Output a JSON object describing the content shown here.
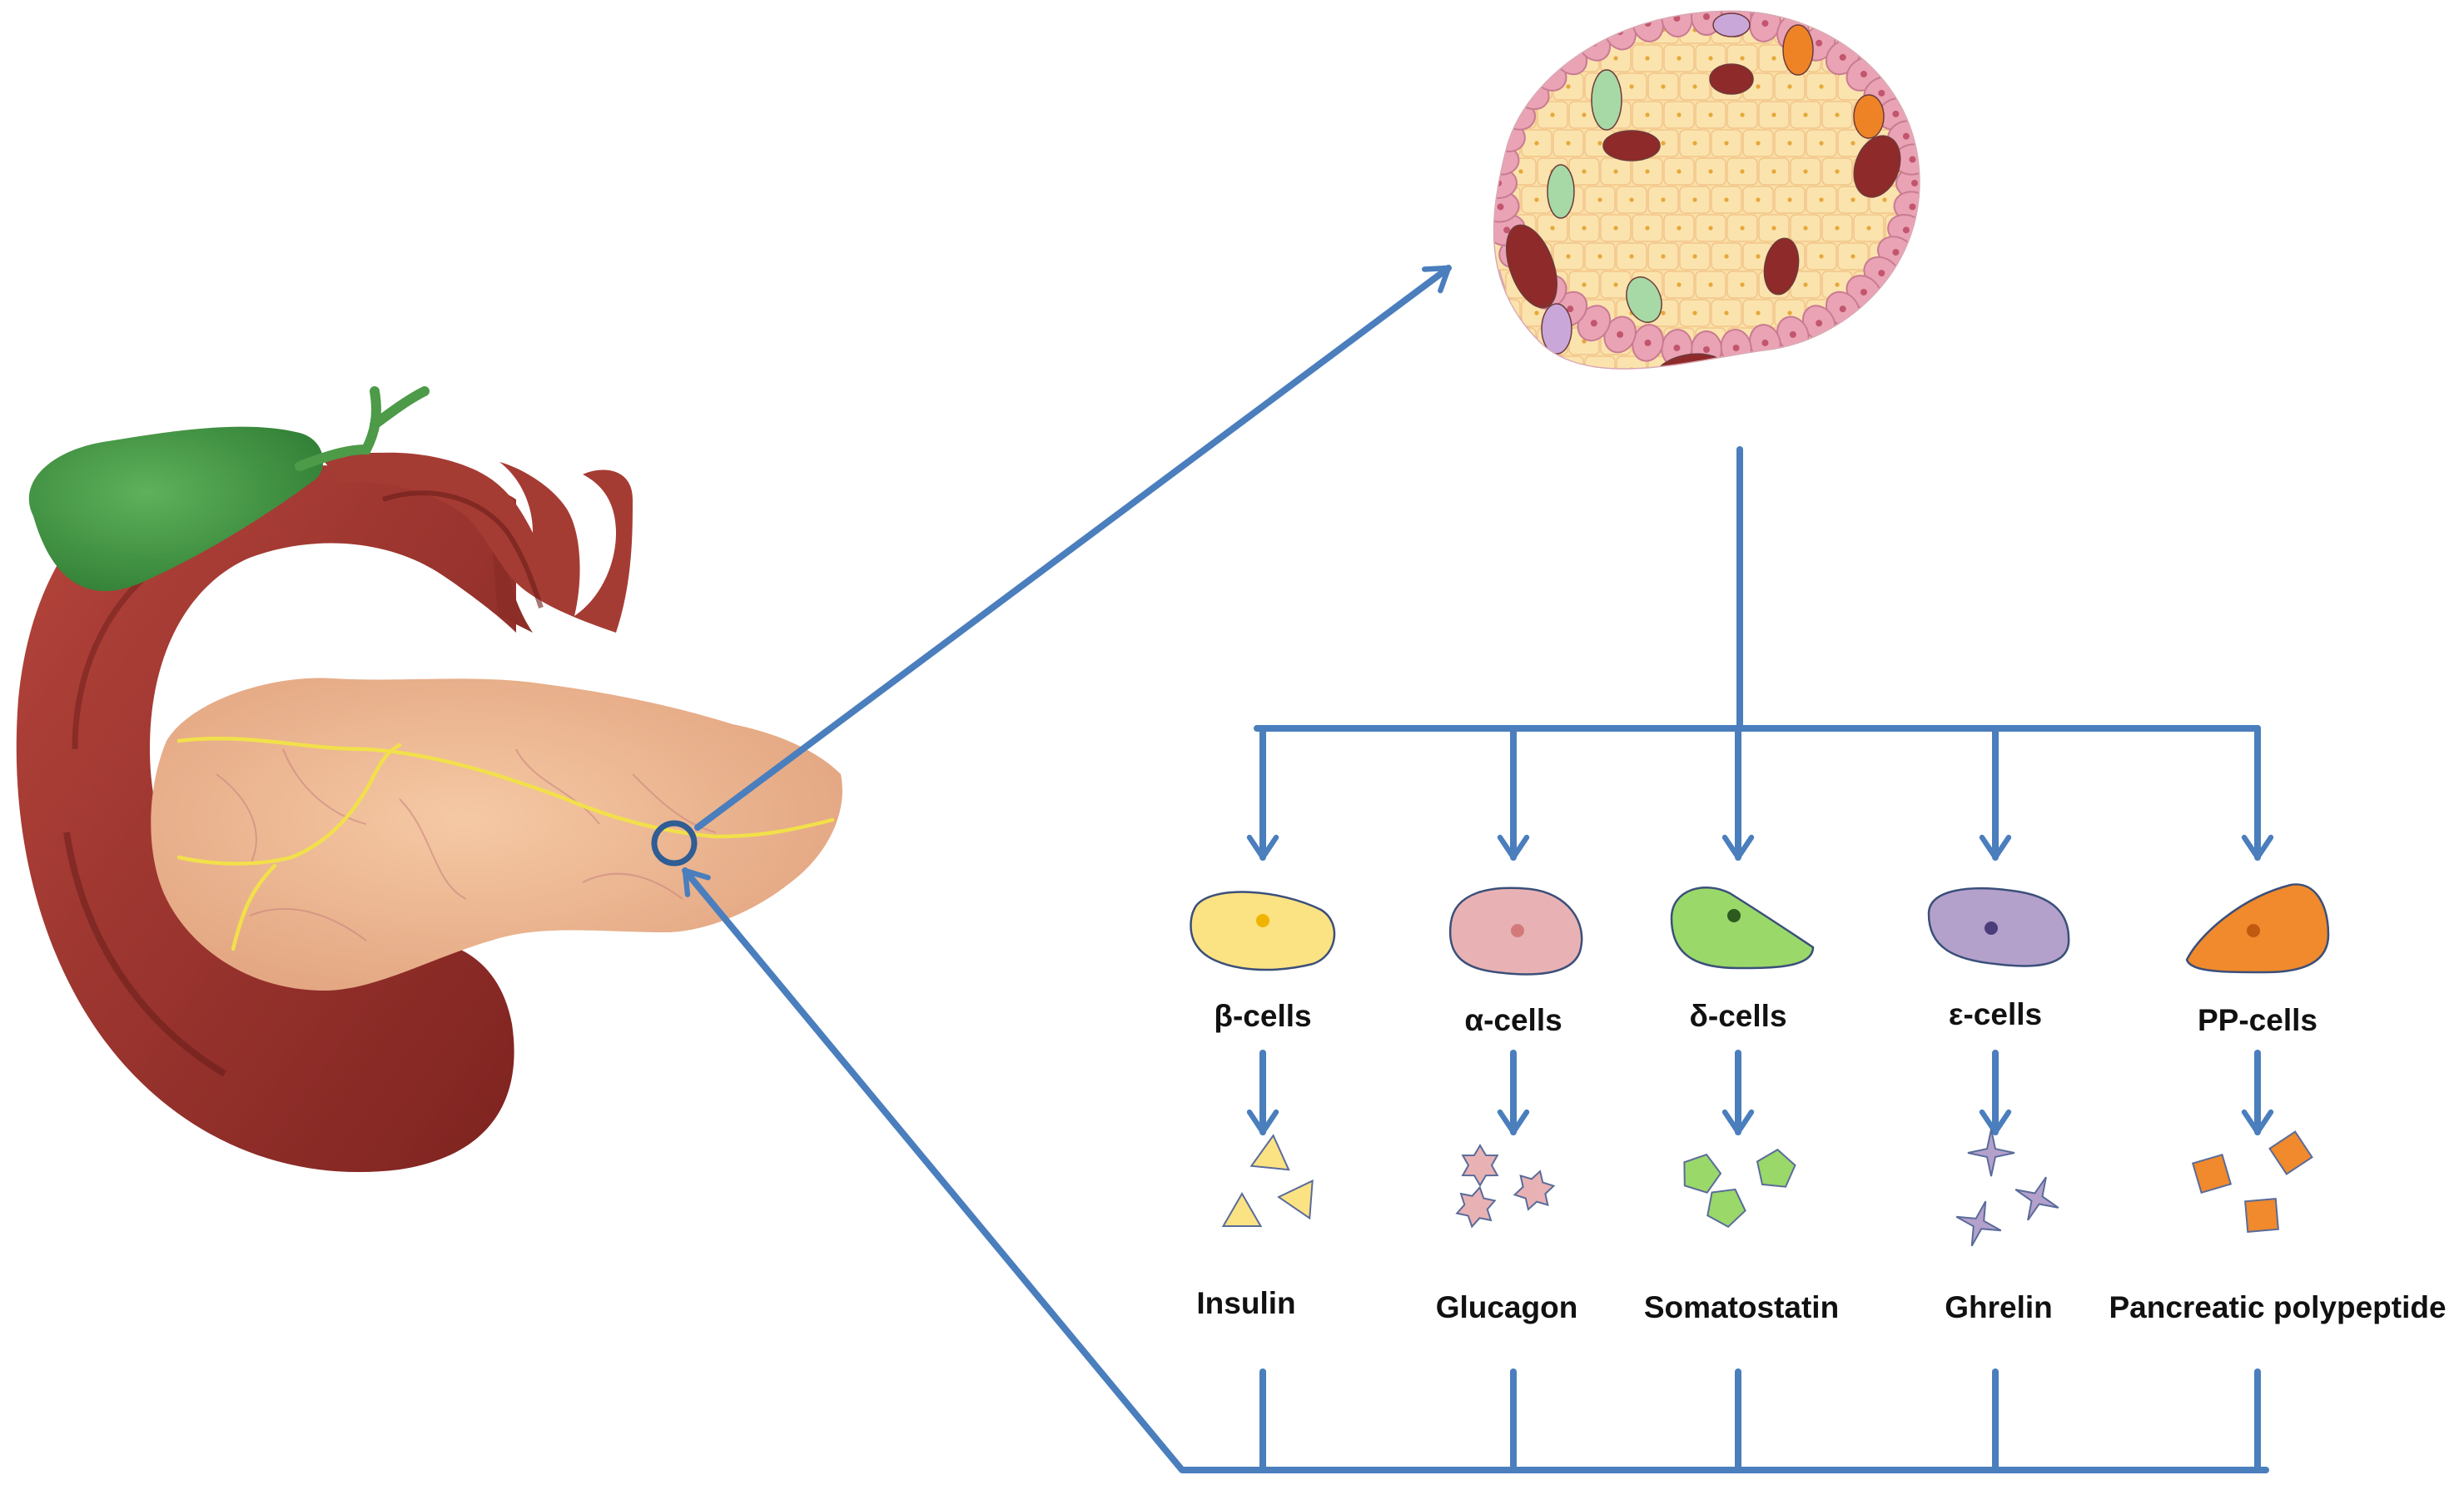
{
  "colors": {
    "arrow": "#4a7ebd",
    "background": "#ffffff"
  },
  "cell_types": [
    {
      "label": "β-cells",
      "hormone": "Insulin",
      "color": "#fbe283",
      "shape": "triangle"
    },
    {
      "label": "α-cells",
      "hormone": "Glucagon",
      "color": "#e8b2b4",
      "shape": "star"
    },
    {
      "label": "δ-cells",
      "hormone": "Somatostatin",
      "color": "#9ad86a",
      "shape": "pentagon"
    },
    {
      "label": "ε-cells",
      "hormone": "Ghrelin",
      "color": "#b3a1cc",
      "shape": "four-point-star"
    },
    {
      "label": "PP-cells",
      "hormone": "Pancreatic polypeptide",
      "color": "#f08a2c",
      "shape": "square"
    }
  ]
}
